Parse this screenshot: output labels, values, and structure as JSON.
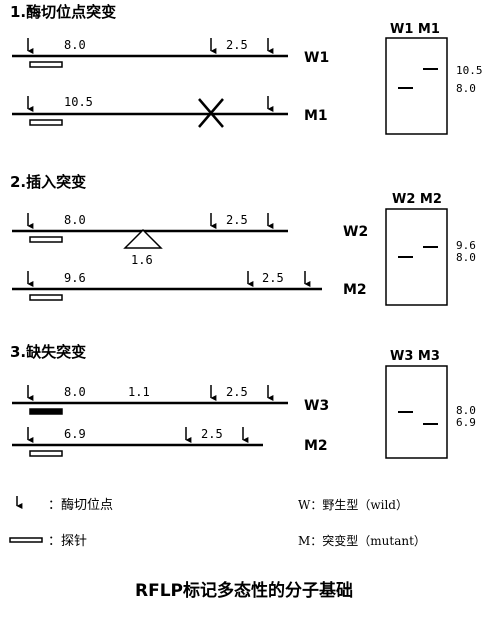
{
  "sections": [
    {
      "heading": "1.酶切位点突变",
      "wild": {
        "name": "W1",
        "segments": [
          "8.0",
          "2.5"
        ]
      },
      "mutant": {
        "name": "M1",
        "segments": [
          "10.5"
        ]
      },
      "gel": {
        "header": "W1 M1",
        "labels": [
          "10.5",
          "8.0"
        ]
      }
    },
    {
      "heading": "2.插入突变",
      "wild": {
        "name": "W2",
        "segments": [
          "8.0",
          "2.5"
        ],
        "insertion": "1.6"
      },
      "mutant": {
        "name": "M2",
        "segments": [
          "9.6",
          "2.5"
        ]
      },
      "gel": {
        "header": "W2 M2",
        "labels": [
          "9.6",
          "8.0"
        ]
      }
    },
    {
      "heading": "3.缺失突变",
      "wild": {
        "name": "W3",
        "segments": [
          "8.0",
          "1.1",
          "2.5"
        ]
      },
      "mutant": {
        "name": "M2",
        "segments": [
          "6.9",
          "2.5"
        ]
      },
      "gel": {
        "header": "W3 M3",
        "labels": [
          "8.0",
          "6.9"
        ]
      }
    }
  ],
  "legend": {
    "cut_site": "：酶切位点",
    "probe": "：探针",
    "wild": "W：野生型（wild）",
    "mutant": "M：突变型（mutant）"
  },
  "caption": "RFLP标记多态性的分子基础"
}
